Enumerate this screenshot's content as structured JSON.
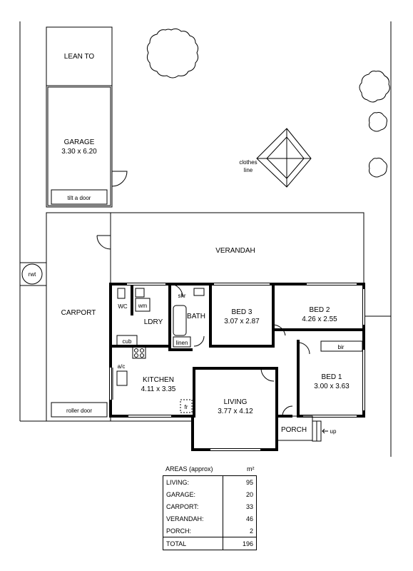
{
  "rooms": {
    "lean_to": "LEAN TO",
    "garage": "GARAGE",
    "garage_size": "3.30 x 6.20",
    "tilt_door": "tilt a door",
    "clothes_line_1": "clothes",
    "clothes_line_2": "line",
    "verandah": "VERANDAH",
    "rwt": "rwt",
    "carport": "CARPORT",
    "roller_door": "roller door",
    "wc": "WC",
    "wm": "wm",
    "ldry": "LDRY",
    "shr": "shr",
    "bath": "BATH",
    "linen": "linen",
    "cub": "cub",
    "ac": "a/c",
    "kitchen": "KITCHEN",
    "kitchen_size": "4.11 x 3.35",
    "fr": "fr",
    "living": "LIVING",
    "living_size": "3.77 x 4.12",
    "bed3": "BED 3",
    "bed3_size": "3.07 x 2.87",
    "bed2": "BED 2",
    "bed2_size": "4.26 x 2.55",
    "bir": "bir",
    "bed1": "BED 1",
    "bed1_size": "3.00 x 3.63",
    "porch": "PORCH",
    "up": "up"
  },
  "areas": {
    "title": "AREAS (approx)",
    "unit": "m²",
    "rows": [
      {
        "label": "LIVING:",
        "value": "95"
      },
      {
        "label": "GARAGE:",
        "value": "20"
      },
      {
        "label": "CARPORT:",
        "value": "33"
      },
      {
        "label": "VERANDAH:",
        "value": "46"
      },
      {
        "label": "PORCH:",
        "value": "2"
      }
    ],
    "total_label": "TOTAL",
    "total_value": "196"
  }
}
